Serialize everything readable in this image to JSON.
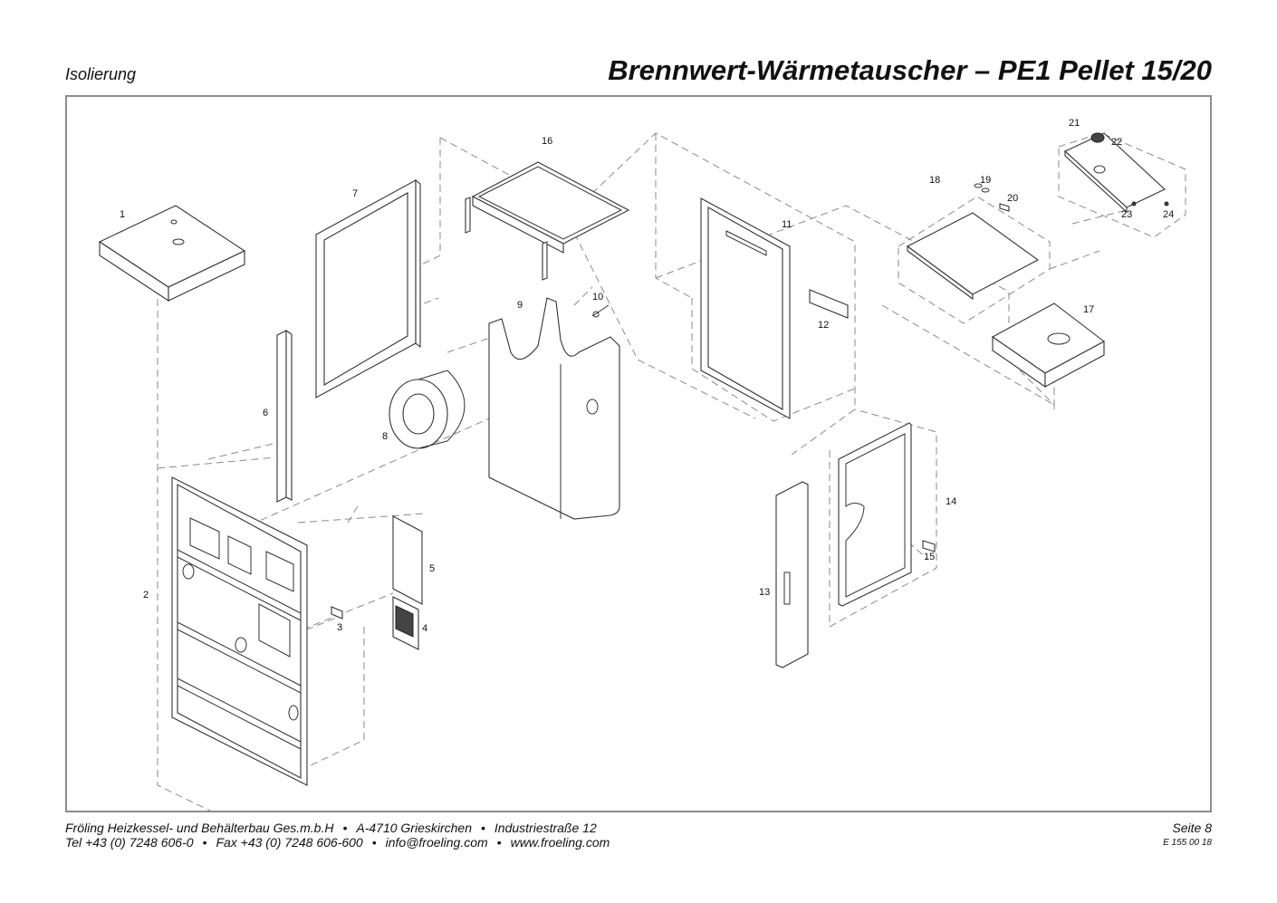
{
  "header": {
    "section": "Isolierung",
    "title": "Brennwert-Wärmetauscher – PE1 Pellet 15/20"
  },
  "diagram": {
    "part_labels": [
      "1",
      "2",
      "3",
      "4",
      "5",
      "6",
      "7",
      "8",
      "9",
      "10",
      "11",
      "12",
      "13",
      "14",
      "15",
      "16",
      "17",
      "18",
      "19",
      "20",
      "21",
      "22",
      "23",
      "24"
    ]
  },
  "footer": {
    "company": "Fröling Heizkessel- und Behälterbau Ges.m.b.H",
    "city": "A-4710 Grieskirchen",
    "street": "Industriestraße 12",
    "tel": "Tel +43 (0) 7248 606-0",
    "fax": "Fax +43 (0) 7248 606-600",
    "email": "info@froeling.com",
    "web": "www.froeling.com",
    "bullet": "•",
    "page": "Seite 8",
    "code": "E 155 00 18"
  }
}
